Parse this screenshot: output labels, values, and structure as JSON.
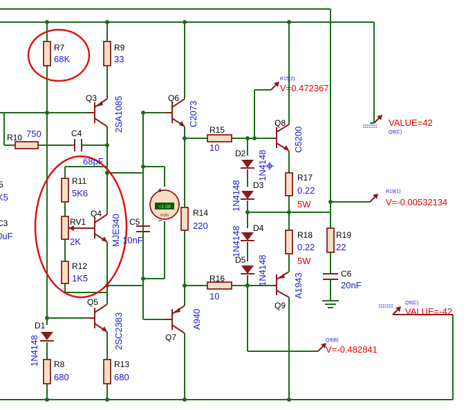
{
  "components": {
    "R7": {
      "ref": "R7",
      "value": "68K"
    },
    "R9": {
      "ref": "R9",
      "value": "33"
    },
    "Q3": {
      "ref": "Q3",
      "value": "2SA1085"
    },
    "R10": {
      "ref": "R10",
      "value": "750"
    },
    "C4": {
      "ref": "C4",
      "value": "68pF"
    },
    "R11": {
      "ref": "R11",
      "value": "5K6"
    },
    "RV1": {
      "ref": "RV1",
      "value": "2K"
    },
    "R12": {
      "ref": "R12",
      "value": "1K5"
    },
    "Q4": {
      "ref": "Q4",
      "value": "MJE340"
    },
    "C5": {
      "ref": "C5",
      "value": "10nF"
    },
    "Q5": {
      "ref": "Q5",
      "value": "2SC2383"
    },
    "D1": {
      "ref": "D1",
      "value": "1N4148"
    },
    "R8": {
      "ref": "R8",
      "value": "680"
    },
    "R13": {
      "ref": "R13",
      "value": "680"
    },
    "Q6": {
      "ref": "Q6",
      "value": "C2073"
    },
    "Q7": {
      "ref": "Q7",
      "value": "A940"
    },
    "R14": {
      "ref": "R14",
      "value": "220"
    },
    "R15": {
      "ref": "R15",
      "value": "10"
    },
    "R16": {
      "ref": "R16",
      "value": "10"
    },
    "D2": {
      "ref": "D2",
      "value": "1N4148"
    },
    "D3": {
      "ref": "D3",
      "value": "1N4148"
    },
    "D4": {
      "ref": "D4",
      "value": "1N4148"
    },
    "D5": {
      "ref": "D5",
      "value": "1N4148"
    },
    "Q8": {
      "ref": "Q8",
      "value": "C5200"
    },
    "Q9": {
      "ref": "Q9",
      "value": "A1943"
    },
    "R17": {
      "ref": "R17",
      "value": "0.22",
      "power": "5W"
    },
    "R18": {
      "ref": "R18",
      "value": "0.22",
      "power": "5W"
    },
    "R19": {
      "ref": "R19",
      "value": "22"
    },
    "C6": {
      "ref": "C6",
      "value": "20nF"
    }
  },
  "partial_left": {
    "a": "5",
    "b": "K5",
    "c": "C3",
    "d": "0uF"
  },
  "voltmeter": {
    "reading": "+2.08",
    "unit": "Volts",
    "plus": "+",
    "minus": "−"
  },
  "probes": {
    "r15": {
      "name": "R15(2)",
      "value": "V=0.472367"
    },
    "q8c": {
      "name": "Q8(C)",
      "value": "VALUE=42"
    },
    "r19": {
      "name": "R19(1)",
      "value": "V=-0.00532134"
    },
    "q9c": {
      "name": "Q9(C)",
      "value": "VALUE=-42"
    },
    "q9b": {
      "name": "Q9(B)",
      "value": "V=-0.482841"
    }
  },
  "colors": {
    "wire": "#1a6b1a",
    "component": "#8b1a1a",
    "value_text": "#1a1acc",
    "probe_text": "#e00000",
    "highlight": "#dd1111"
  }
}
